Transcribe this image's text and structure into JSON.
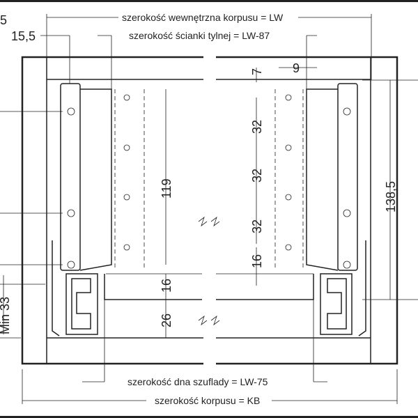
{
  "figure": {
    "number": "5",
    "labels": {
      "inner_width": "szerokość wewnętrzna korpusu = LW",
      "back_width": "szerokość ścianki tylnej = LW-87",
      "bottom_width": "szerokość dna szuflady = LW-75",
      "cabinet_width": "szerokość korpusu = KB"
    },
    "dimensions": {
      "left_offset": "15,5",
      "top_gap": "7",
      "right_offset": "9",
      "spacing_1": "32",
      "spacing_2": "32",
      "spacing_3": "32",
      "bottom_offset_right": "16",
      "side_height": "119",
      "bottom_thickness": "16",
      "bottom_gap": "26",
      "total_height": "138,5",
      "min_clearance": "Min 33"
    }
  }
}
